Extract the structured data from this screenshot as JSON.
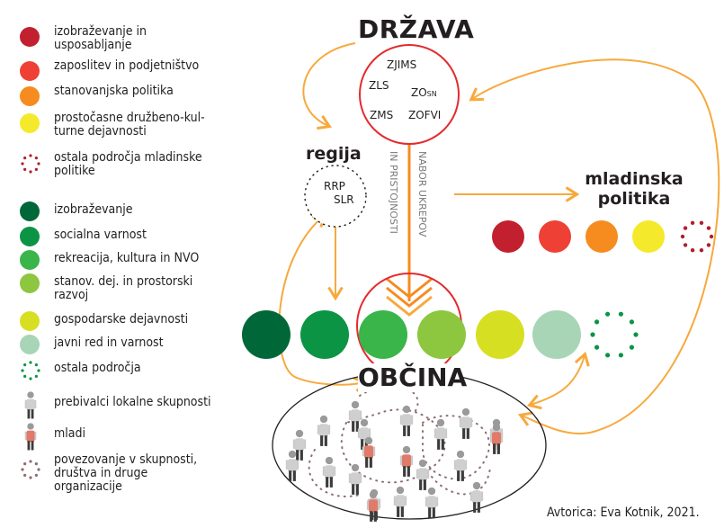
{
  "colors": {
    "orange_arrow": "#f7a93d",
    "red_ring": "#e32b2f",
    "dark_line": "#231f20",
    "youth_areas": [
      "#c2202e",
      "#ee4035",
      "#f68b1f",
      "#f4ea2b",
      "#b01f2a"
    ],
    "municipal_areas": [
      "#006838",
      "#0b9444",
      "#39b54a",
      "#8dc63f",
      "#d7df23",
      "#a8d5b5",
      "#0b9444"
    ]
  },
  "legend": {
    "youth_policy_areas": [
      {
        "label": "izobraževanje in\nusposabljanje",
        "color": "#c2202e",
        "style": "solid"
      },
      {
        "label": "zaposlitev in podjetništvo",
        "color": "#ee4035",
        "style": "solid"
      },
      {
        "label": "stanovanjska politika",
        "color": "#f68b1f",
        "style": "solid"
      },
      {
        "label": "prostočasne družbeno-kul-\nturne dejavnosti",
        "color": "#f4ea2b",
        "style": "solid"
      },
      {
        "label": "ostala področja mladinske\npolitike",
        "color": "#b01f2a",
        "style": "dotted"
      }
    ],
    "municipal_areas": [
      {
        "label": "izobraževanje",
        "color": "#006838",
        "style": "solid"
      },
      {
        "label": "socialna varnost",
        "color": "#0b9444",
        "style": "solid"
      },
      {
        "label": "rekreacija, kultura in NVO",
        "color": "#39b54a",
        "style": "solid"
      },
      {
        "label": "stanov. dej. in prostorski\nrazvoj",
        "color": "#8dc63f",
        "style": "solid"
      },
      {
        "label": "gospodarske dejavnosti",
        "color": "#d7df23",
        "style": "solid"
      },
      {
        "label": "javni red in varnost",
        "color": "#a8d5b5",
        "style": "solid"
      },
      {
        "label": "ostala področja",
        "color": "#0b9444",
        "style": "dotted"
      }
    ],
    "people": [
      {
        "label": "prebivalci lokalne skupnosti",
        "icon": "resident-person-icon"
      },
      {
        "label": "mladi",
        "icon": "youth-person-icon"
      },
      {
        "label": "povezovanje v skupnosti,\ndruštva in druge\norganizacije",
        "icon": "dotted-ring-icon"
      }
    ]
  },
  "state": {
    "title": "DRŽAVA",
    "acts": [
      "ZJIMS",
      "ZLS",
      "ZO",
      "ZMS",
      "ZOFVI"
    ],
    "zo_subscript": "SN"
  },
  "region": {
    "title": "regija",
    "acts": [
      "RRP",
      "SLR"
    ]
  },
  "municipality": {
    "title": "OBČINA"
  },
  "youth_policy": {
    "title": "mladinska\npolitika"
  },
  "arrow_labels": {
    "measures": "NABOR UKREPOV",
    "relevance": "IN PRISTOJNOSTI"
  },
  "credit": "Avtorica: Eva Kotnik, 2021."
}
